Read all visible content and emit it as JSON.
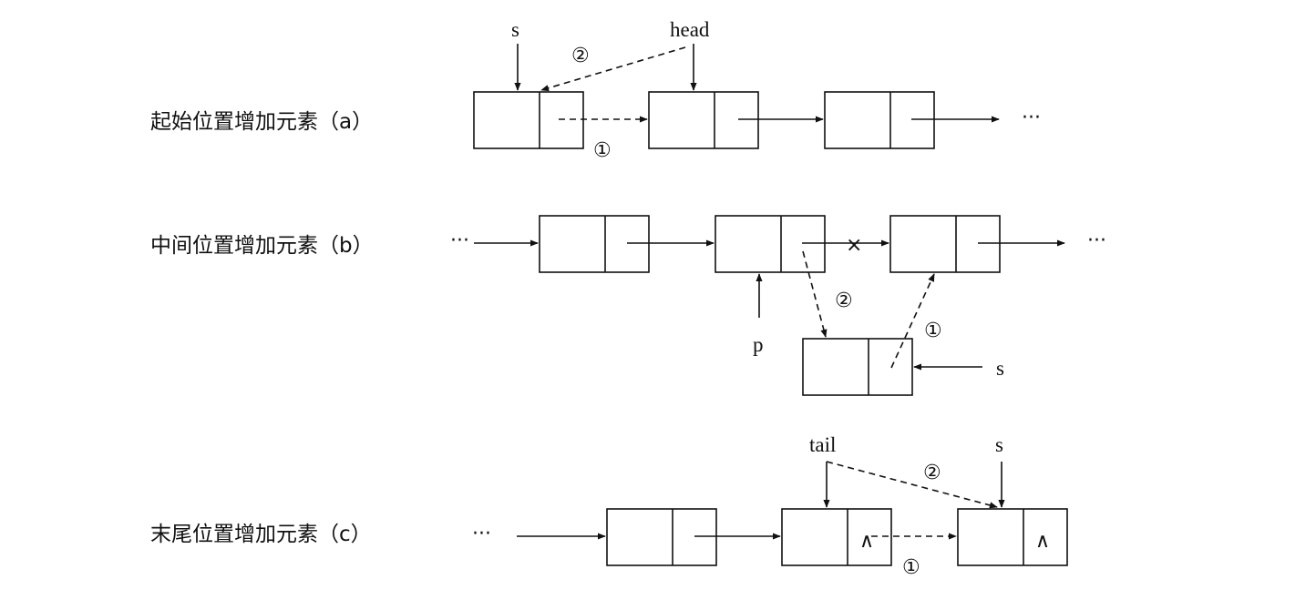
{
  "diagram": {
    "title_a": "起始位置增加元素（a）",
    "title_b": "中间位置增加元素（b）",
    "title_c": "末尾位置增加元素（c）",
    "pointer_s": "s",
    "pointer_head": "head",
    "pointer_p": "p",
    "pointer_tail": "tail",
    "step_1": "①",
    "step_2": "②",
    "ellipsis": "···",
    "null_mark": "∧",
    "cut_mark": "×"
  }
}
